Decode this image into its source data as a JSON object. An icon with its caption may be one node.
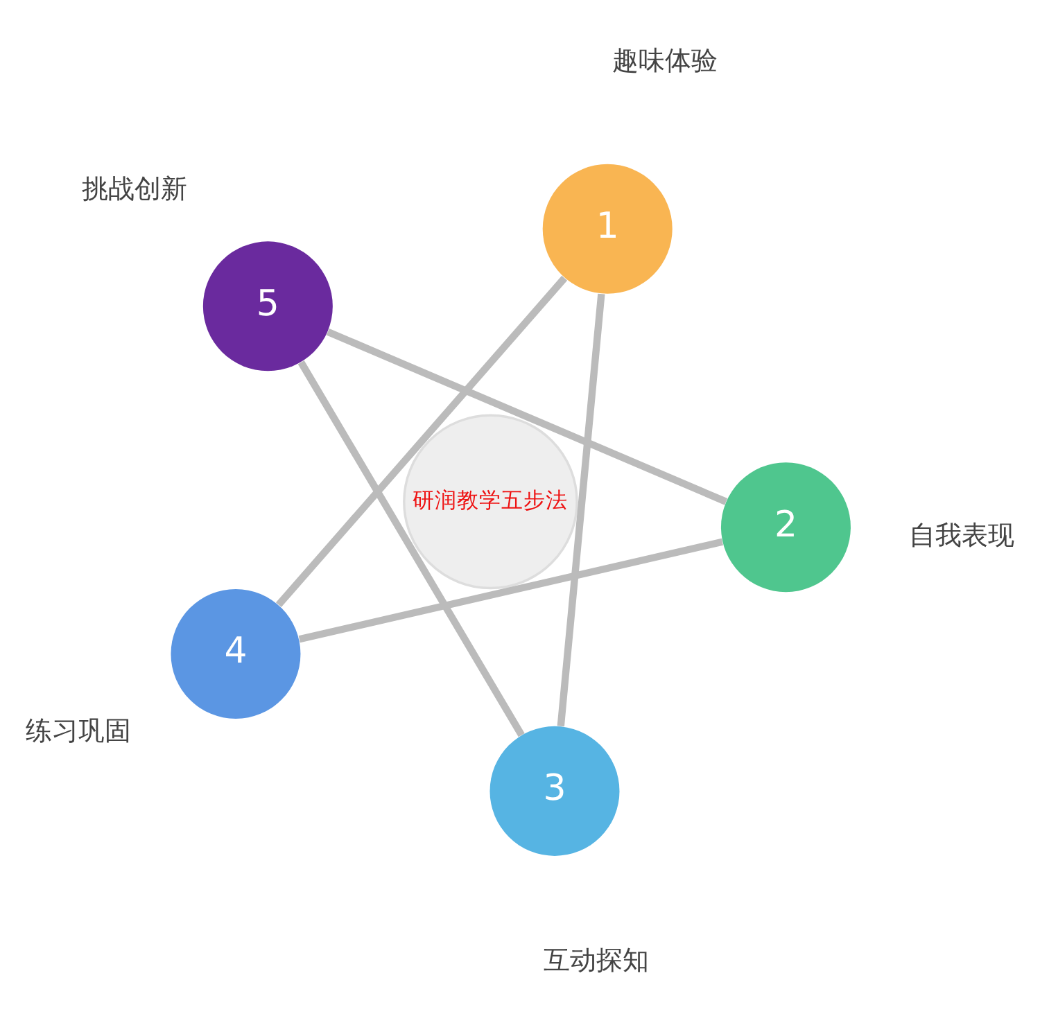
{
  "diagram": {
    "nodes": [
      {
        "text": [
          "5"
        ],
        "beside": [
          "挑战创新"
        ]
      },
      {
        "text": [
          "1"
        ],
        "beside": [
          "趣味体验"
        ]
      },
      {
        "text": [
          "研润教学五步法"
        ]
      },
      {
        "text": [
          "4"
        ],
        "beside": [
          "练习巩固"
        ]
      },
      {
        "text": [
          "2"
        ],
        "beside": [
          "自我表现"
        ]
      },
      {
        "text": [
          "3"
        ],
        "beside": [
          "互动探知"
        ]
      }
    ],
    "edges": [
      {
        "from": 1,
        "to": 3,
        "arrow": "none"
      },
      {
        "from": 0,
        "to": 4,
        "arrow": "none"
      },
      {
        "from": 0,
        "to": 5,
        "arrow": "none"
      },
      {
        "from": 1,
        "to": 5,
        "arrow": "none"
      },
      {
        "from": 3,
        "to": 4,
        "arrow": "none"
      }
    ]
  }
}
